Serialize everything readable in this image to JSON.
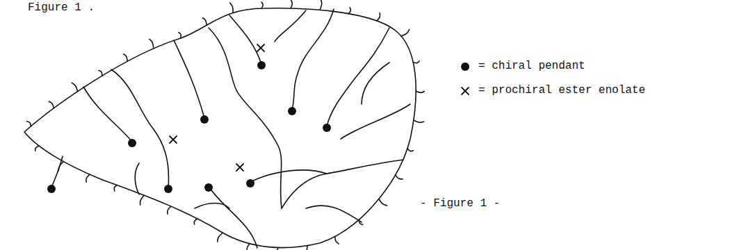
{
  "diagram": {
    "caption": "- Figure 1 -",
    "labels": [
      "Figure 1 ."
    ],
    "legend": [
      {
        "text": "= chiral pendant"
      },
      {
        "text": "= prochiral ester enolate"
      }
    ]
  }
}
